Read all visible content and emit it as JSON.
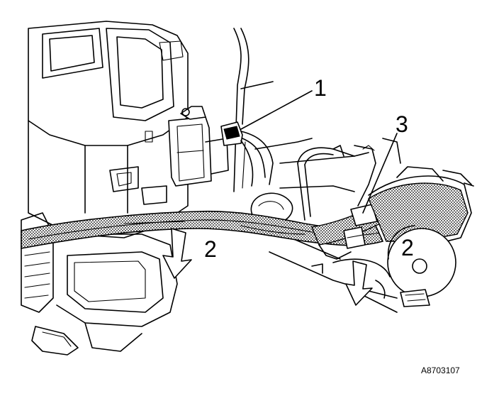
{
  "callouts": {
    "label_1": "1",
    "label_2_left": "2",
    "label_2_right": "2",
    "label_3": "3"
  },
  "figure_id": "A8703107",
  "colors": {
    "line": "#000000",
    "background": "#ffffff",
    "harness_fill": "#bdbdbd"
  }
}
